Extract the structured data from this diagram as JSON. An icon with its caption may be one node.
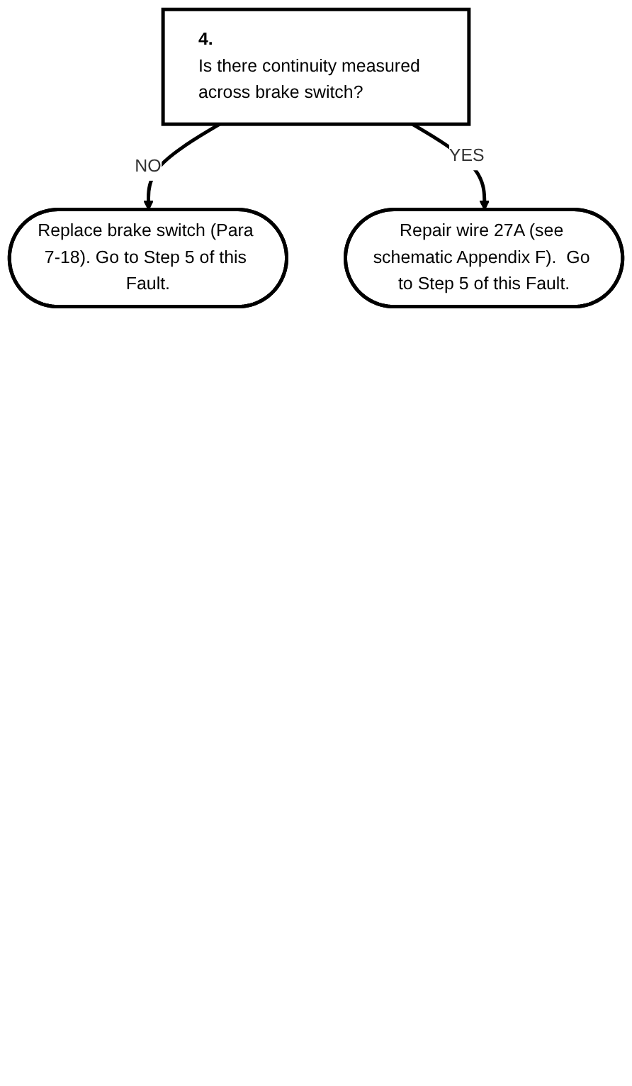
{
  "diagram": {
    "nodes": [
      {
        "text": [
          "4.",
          "Is there continuity measured across brake switch?"
        ]
      },
      {
        "text": [
          "Replace brake switch (Para 7-18). Go to Step 5 of this Fault."
        ]
      },
      {
        "text": [
          "Repair wire 27A (see schematic Appendix F).  Go to Step 5 of this Fault."
        ]
      }
    ],
    "edges": [
      {
        "from": 0,
        "to": 1,
        "arrow": "to",
        "label": "NO"
      },
      {
        "from": 0,
        "to": 2,
        "arrow": "to",
        "label": "YES"
      }
    ]
  }
}
